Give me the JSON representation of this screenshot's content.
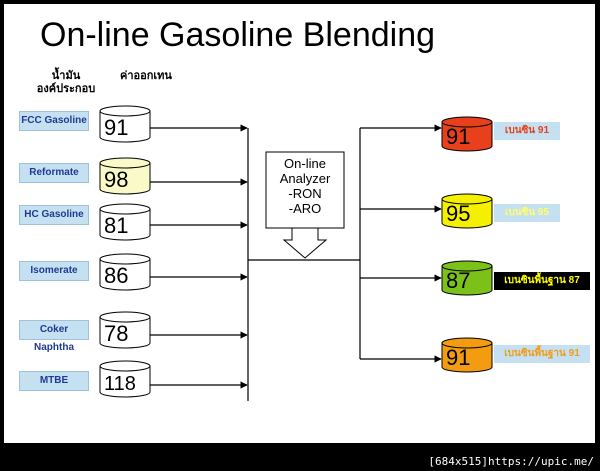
{
  "title": "On-line Gasoline  Blending",
  "headers": {
    "component_line1": "น้ำมัน",
    "component_line2": "องค์ประกอบ",
    "octane": "ค่าออกเทน"
  },
  "inputs": [
    {
      "label": "FCC Gasoline",
      "octane": "91",
      "fill": "#ffffff"
    },
    {
      "label": "Reformate",
      "octane": "98",
      "fill": "#fafac8"
    },
    {
      "label": "HC Gasoline",
      "octane": "81",
      "fill": "#ffffff"
    },
    {
      "label": "Isomerate",
      "octane": "86",
      "fill": "#ffffff"
    },
    {
      "label": "Coker Naphtha",
      "octane": "78",
      "fill": "#ffffff"
    },
    {
      "label": "MTBE",
      "octane": "118",
      "fill": "#ffffff"
    }
  ],
  "analyzer": {
    "line1": "On-line",
    "line2": "Analyzer",
    "line3": "-RON",
    "line4": "-ARO"
  },
  "outputs": [
    {
      "octane": "91",
      "fill": "#e8401c",
      "label": "เบนซิน 91",
      "label_bg": "#c5e0f0",
      "label_color": "#e8401c"
    },
    {
      "octane": "95",
      "fill": "#f5f000",
      "label": "เบนซิน 95",
      "label_bg": "#c5e0f0",
      "label_color": "#ffff66"
    },
    {
      "octane": "87",
      "fill": "#7cc11a",
      "label": "เบนซินพื้นฐาน 87",
      "label_bg": "#000000",
      "label_color": "#ffff00"
    },
    {
      "octane": "91",
      "fill": "#f39c12",
      "label": "เบนซินพื้นฐาน 91",
      "label_bg": "#c5e0f0",
      "label_color": "#f39c12"
    }
  ],
  "watermark": "[684x515]https://upic.me/"
}
